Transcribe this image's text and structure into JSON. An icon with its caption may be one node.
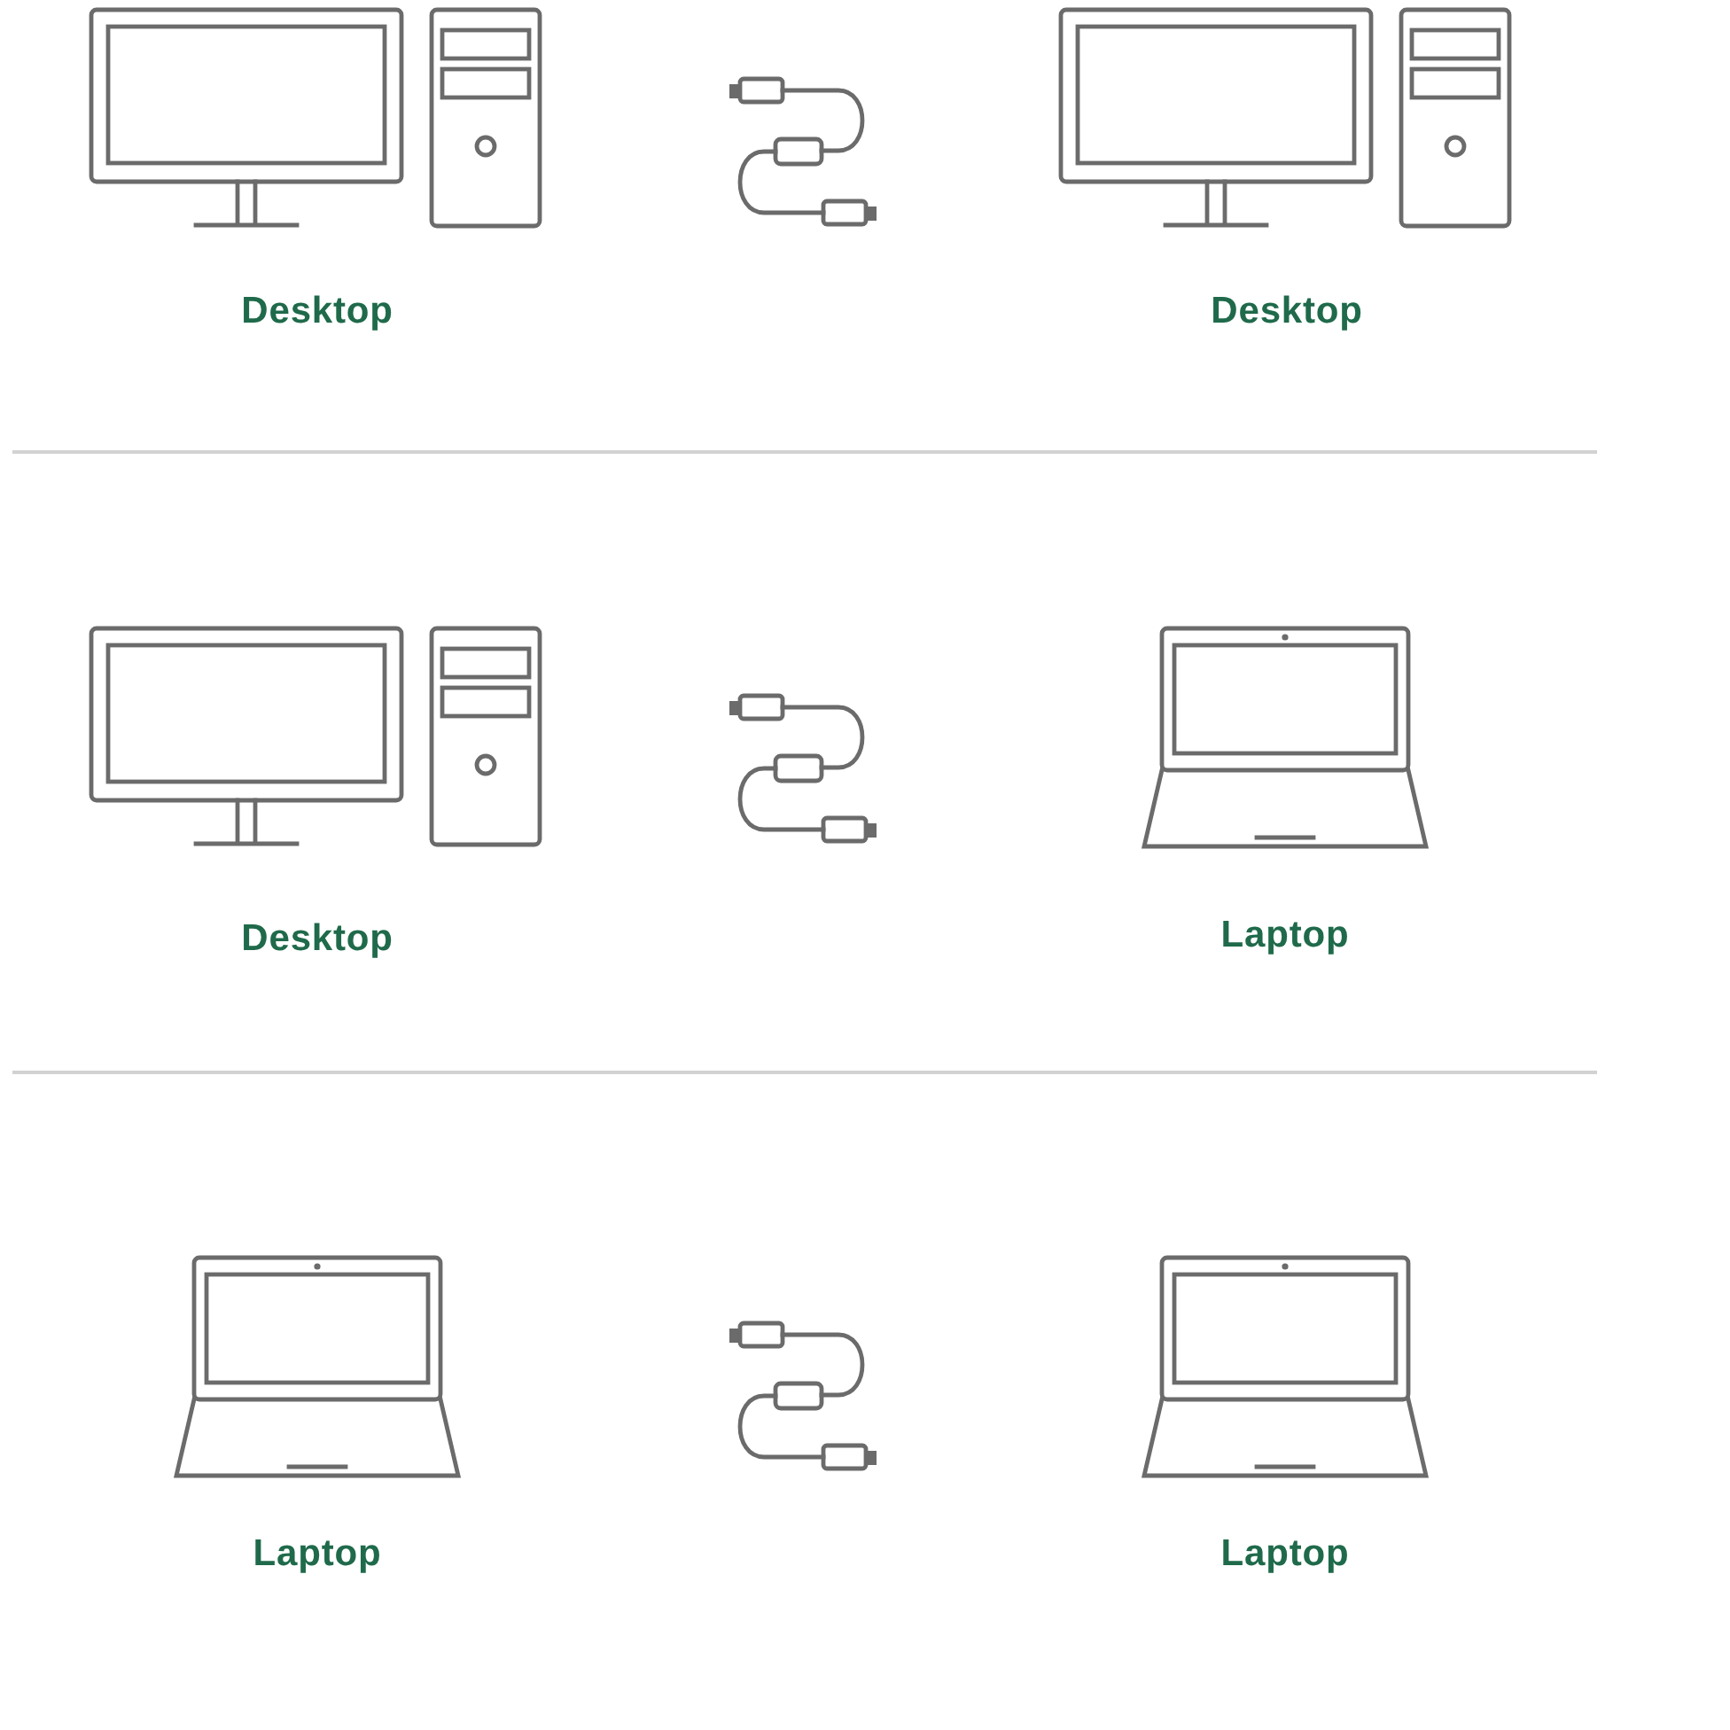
{
  "diagram": {
    "nodes": [
      {
        "text": [
          "Desktop"
        ]
      },
      {
        "text": [
          "Desktop"
        ]
      },
      {
        "text": [
          "Desktop"
        ]
      },
      {
        "text": [
          "Laptop"
        ]
      },
      {
        "text": [
          "Laptop"
        ]
      },
      {
        "text": [
          "Laptop"
        ]
      }
    ]
  }
}
